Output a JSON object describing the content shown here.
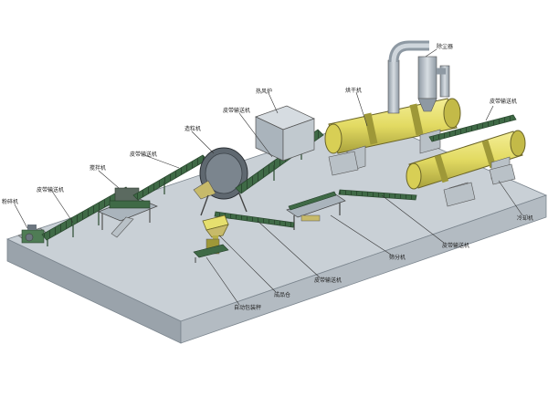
{
  "colors": {
    "background": "#ffffff",
    "platform_top": "#c9d0d6",
    "platform_front": "#9aa3ab",
    "platform_side": "#b3bbc2",
    "machine_yellow": "#e6df6e",
    "machine_yellow_shade": "#b6af48",
    "conveyor_green": "#3f6a46",
    "conveyor_rail": "#2c4a31",
    "steel_gray": "#aab4bc",
    "dark_steel": "#6c767f",
    "leader_line": "#333333"
  },
  "labels": {
    "crusher": "粉碎机",
    "belt_conveyor_left": "皮带输送机",
    "mixer": "搅拌机",
    "belt_conveyor_2": "皮带输送机",
    "granulator": "造粒机",
    "belt_conveyor_3": "皮带输送机",
    "hot_air_stove": "热风炉",
    "dryer": "烘干机",
    "cyclone": "除尘器",
    "belt_conveyor_right": "皮带输送机",
    "cooler": "冷却机",
    "belt_conveyor_bottom": "皮带输送机",
    "screener": "筛分机",
    "belt_conveyor_lower": "皮带输送机",
    "finished_bin": "成品仓",
    "auto_packer": "自动包装秤"
  }
}
